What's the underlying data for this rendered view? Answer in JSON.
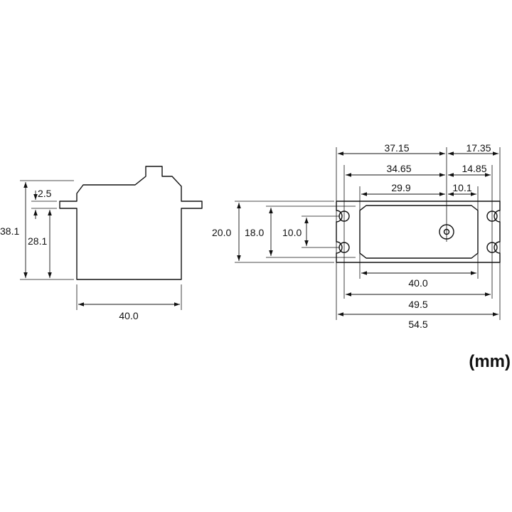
{
  "side_view": {
    "height_total": "38.1",
    "height_to_flange": "28.1",
    "flange_thickness": "2.5",
    "body_width": "40.0"
  },
  "bottom_view": {
    "shaft_to_left_end": "37.15",
    "shaft_to_right_end": "17.35",
    "shaft_to_left_holes": "34.65",
    "shaft_to_right_holes": "14.85",
    "shaft_to_left_body": "29.9",
    "shaft_to_right_body": "10.1",
    "flange_depth": "20.0",
    "body_depth": "18.0",
    "hole_spacing": "10.0",
    "body_length": "40.0",
    "hole_pitch": "49.5",
    "flange_length": "54.5"
  },
  "units": "(mm)"
}
